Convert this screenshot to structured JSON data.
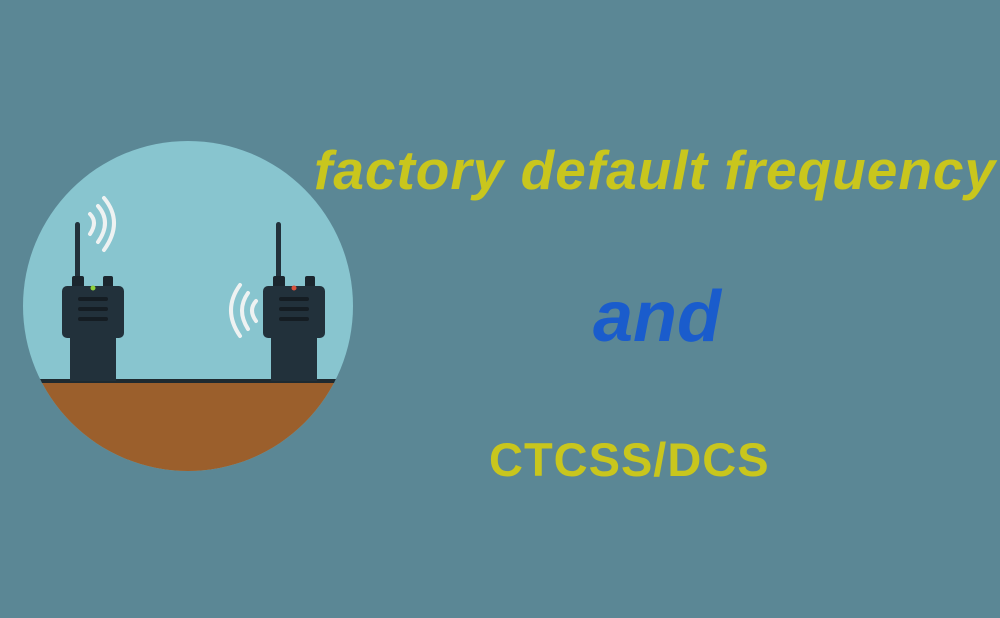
{
  "headline": {
    "line1": "factory default frequency",
    "line2": "and",
    "line3": "CTCSS/DCS"
  },
  "colors": {
    "background": "#5b8795",
    "sky": "#88c5cf",
    "ground": "#9b5f2c",
    "radio": "#22313b",
    "yellow_text": "#c9c61d",
    "blue_text": "#1a5ccc",
    "led_left": "#8fd13b",
    "led_right": "#d9533b"
  },
  "illustration": {
    "icons": [
      "walkie-talkie-left",
      "walkie-talkie-right",
      "signal-waves-left",
      "signal-waves-right"
    ]
  }
}
